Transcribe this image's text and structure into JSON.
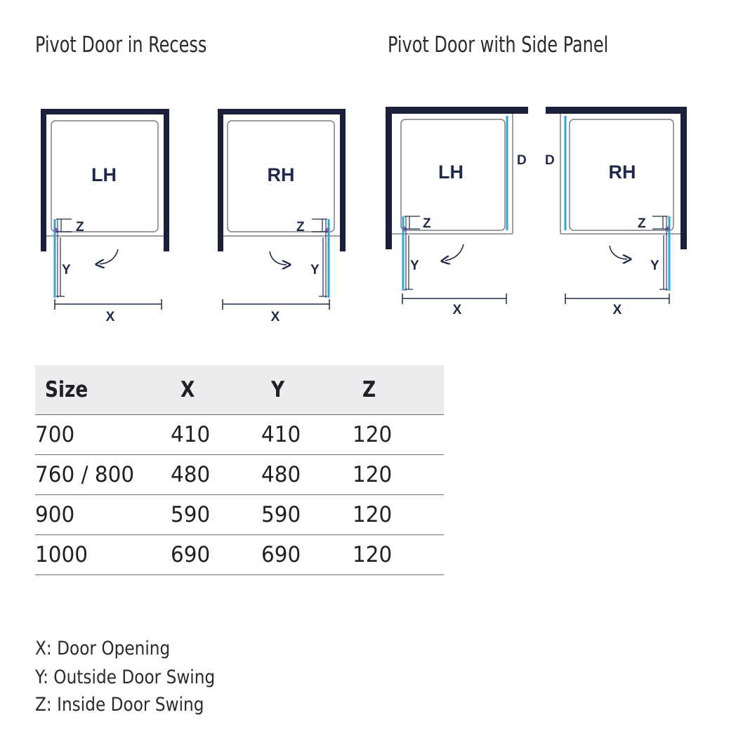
{
  "headings": {
    "recess": "Pivot Door in Recess",
    "side_panel": "Pivot Door with Side Panel"
  },
  "diagrams": {
    "recess_lh": {
      "hand": "LH",
      "z": "Z",
      "y": "Y",
      "x": "X"
    },
    "recess_rh": {
      "hand": "RH",
      "z": "Z",
      "y": "Y",
      "x": "X"
    },
    "side_lh": {
      "hand": "LH",
      "z": "Z",
      "y": "Y",
      "x": "X",
      "d": "D"
    },
    "side_rh": {
      "hand": "RH",
      "z": "Z",
      "y": "Y",
      "x": "X",
      "d": "D"
    }
  },
  "colors": {
    "wall": "#1b1f3b",
    "glass": "#2fa6d8",
    "tray": "#7d7f86",
    "label": "#1e2a48",
    "header_bg": "#ececee"
  },
  "table": {
    "headers": [
      "Size",
      "X",
      "Y",
      "Z"
    ],
    "rows": [
      [
        "700",
        "410",
        "410",
        "120"
      ],
      [
        "760 / 800",
        "480",
        "480",
        "120"
      ],
      [
        "900",
        "590",
        "590",
        "120"
      ],
      [
        "1000",
        "690",
        "690",
        "120"
      ]
    ]
  },
  "legend": [
    "X: Door Opening",
    "Y: Outside Door Swing",
    "Z: Inside Door Swing"
  ]
}
